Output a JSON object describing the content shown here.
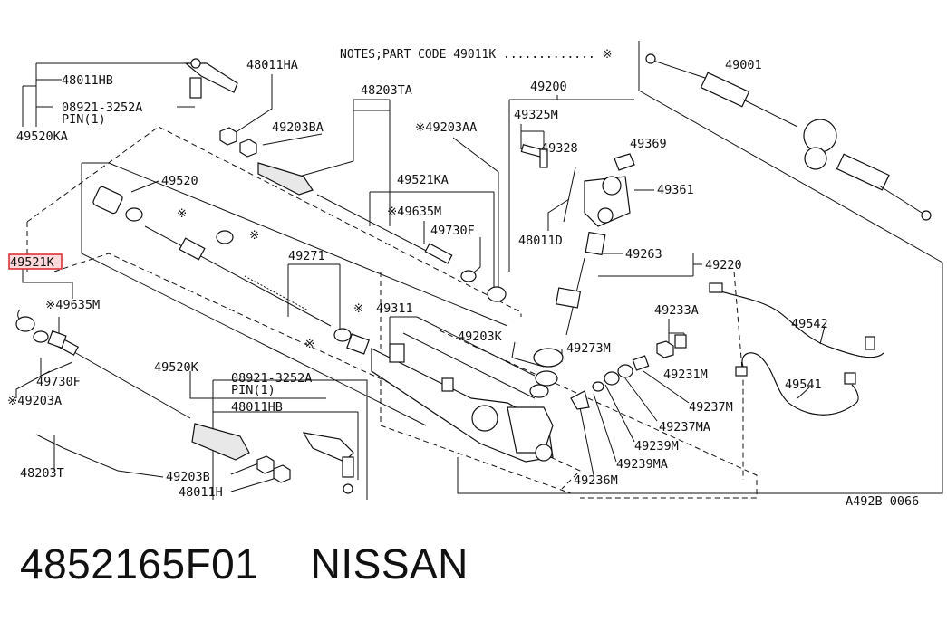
{
  "notes": {
    "text": "NOTES;PART CODE  49011K ............. ※"
  },
  "labels": {
    "l49001": "49001",
    "l48011HB_top": "48011HB",
    "l48011HA": "48011HA",
    "l08921_top": "08921-3252A",
    "lPIN_top": "PIN(1)",
    "l49520KA": "49520KA",
    "l48203TA": "48203TA",
    "l49203BA": "49203BA",
    "l49203AA": "※49203AA",
    "l49200": "49200",
    "l49325M": "49325M",
    "l49328": "49328",
    "l49369": "49369",
    "l49361": "49361",
    "l48011D": "48011D",
    "l49520": "49520",
    "l49521KA": "49521KA",
    "l49635M_top": "※49635M",
    "l49730F_top": "49730F",
    "l49271": "49271",
    "l49263": "49263",
    "l49220": "49220",
    "l49521K": "49521K",
    "l49635M": "※49635M",
    "l49730F": "49730F",
    "l49203A": "※49203A",
    "l49311": "49311",
    "l49203K": "49203K",
    "l49273M": "49273M",
    "l49233A": "49233A",
    "l49231M": "49231M",
    "l49542": "49542",
    "l49541": "49541",
    "l49520K": "49520K",
    "l08921_bot": "08921-3252A",
    "lPIN_bot": "PIN(1)",
    "l48011HB_bot": "48011HB",
    "l48203T": "48203T",
    "l49203B": "49203B",
    "l48011H": "48011H",
    "l49237M": "49237M",
    "l49237MA": "49237MA",
    "l49239M": "49239M",
    "l49239MA": "49239MA",
    "l49236M": "49236M",
    "figure_code": "A492B 0066",
    "star1": "※",
    "star2": "※",
    "star3": "※",
    "star4": "※"
  },
  "caption": {
    "part_number": "4852165F01",
    "brand": "NISSAN"
  },
  "highlight": {
    "label": "49521K",
    "color": "#d9262c"
  }
}
